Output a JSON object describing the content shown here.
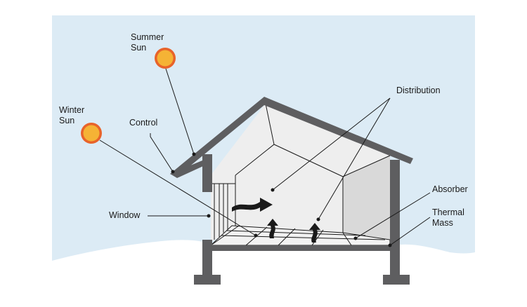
{
  "colors": {
    "background": "#dcebf5",
    "sun_fill": "#f5b335",
    "sun_ring": "#e8632a",
    "structure": "#5e5e60",
    "wall": "#eeeeee",
    "wall_shade": "#d9d9d9",
    "ground": "#ffffff",
    "line": "#1a1a1a"
  },
  "labels": {
    "summer_sun": [
      "Summer",
      "Sun"
    ],
    "winter_sun": [
      "Winter",
      "Sun"
    ],
    "control": "Control",
    "window": "Window",
    "distribution": "Distribution",
    "absorber": "Absorber",
    "thermal_mass": [
      "Thermal",
      "Mass"
    ]
  }
}
